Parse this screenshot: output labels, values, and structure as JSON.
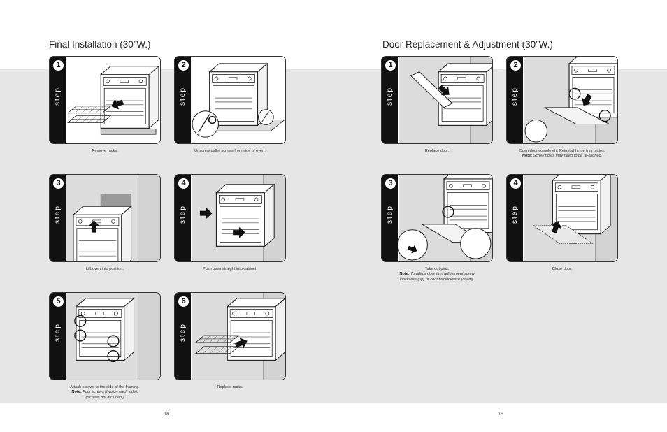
{
  "left": {
    "title": "Final Installation (30”W.)",
    "steps": [
      {
        "num": "1",
        "label": "step",
        "caption": "Remove racks."
      },
      {
        "num": "2",
        "label": "step",
        "caption": "Unscrew pallet screws from side of oven."
      },
      {
        "num": "3",
        "label": "step",
        "caption": "Lift oven into position."
      },
      {
        "num": "4",
        "label": "step",
        "caption": "Push oven straight into cabinet."
      },
      {
        "num": "5",
        "label": "step",
        "caption": "Attach screws to the side of the framing.",
        "note_label": "Note:",
        "note": "Four screws (two on each side).",
        "note2": "(Screws not included.)"
      },
      {
        "num": "6",
        "label": "step",
        "caption": "Replace racks."
      }
    ],
    "page_number": "18"
  },
  "right": {
    "title": "Door Replacement & Adjustment (30”W.)",
    "steps": [
      {
        "num": "1",
        "label": "step",
        "caption": "Replace door."
      },
      {
        "num": "2",
        "label": "step",
        "caption": "Open door completely. Reinstall hinge trim plates.",
        "note_label": "Note:",
        "note": "Screw holes may need to be re-aligned."
      },
      {
        "num": "3",
        "label": "step",
        "caption": "Take out pins.",
        "note_label": "Note:",
        "note": "To adjust door turn adjustment screw",
        "note2": "clockwise (up) or counterclockwise (down)."
      },
      {
        "num": "4",
        "label": "step",
        "caption": "Close door."
      }
    ],
    "page_number": "19"
  }
}
